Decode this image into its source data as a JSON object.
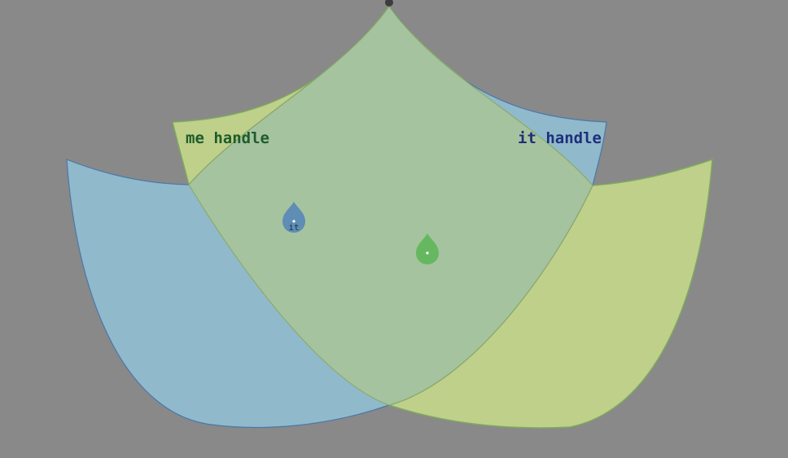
{
  "labels": {
    "me_handle": "me handle",
    "it_handle": "it handle",
    "it_marker": "it"
  },
  "colors": {
    "background": "#898989",
    "me_fill": "#c3d68a",
    "me_stroke": "#7ea860",
    "it_fill": "#94c7df",
    "it_stroke": "#4a78a8",
    "me_text": "#1e5c2a",
    "it_text": "#1e2f7a",
    "it_marker": "#5f8db5",
    "me_marker": "#66b860",
    "pivot": "#3c3c3c"
  },
  "icons": {
    "it_marker": "droplet-icon",
    "me_marker": "droplet-icon",
    "pivot": "circle-icon"
  }
}
